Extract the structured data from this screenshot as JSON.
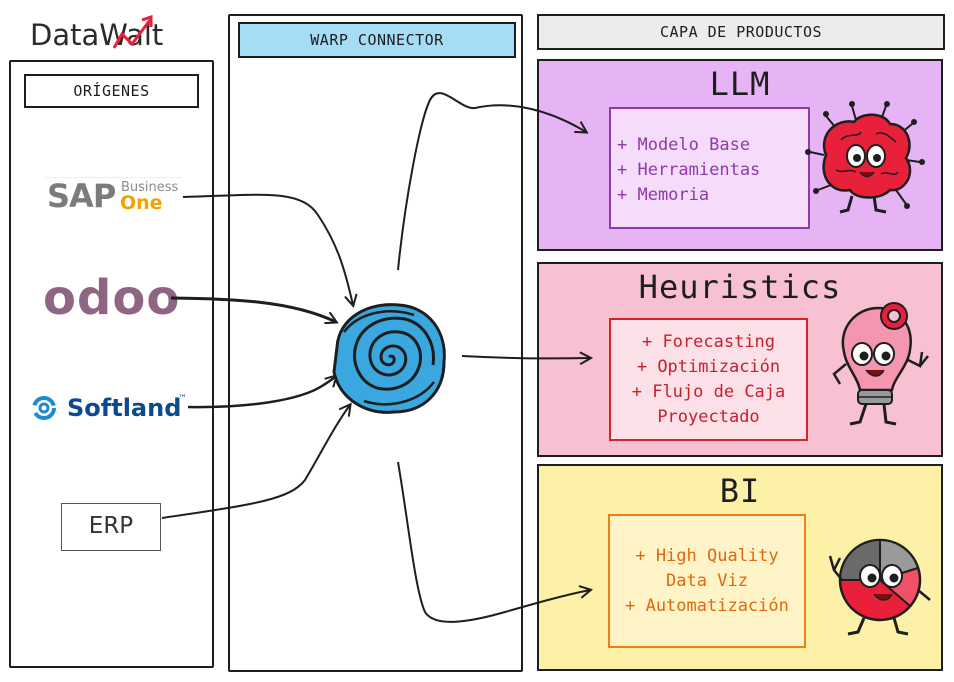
{
  "brand": {
    "name_a": "Data",
    "name_b": "Walt"
  },
  "origins": {
    "title": "ORÍGENES",
    "sources": [
      {
        "name": "SAP",
        "sub_top": "Business",
        "sub_bottom": "One"
      },
      {
        "name": "odoo"
      },
      {
        "name": "Softland",
        "mark": "™"
      },
      {
        "name": "ERP"
      }
    ]
  },
  "connector": {
    "title": "WARP CONNECTOR"
  },
  "products": {
    "title": "CAPA DE PRODUCTOS",
    "llm": {
      "title": "LLM",
      "items": [
        "+ Modelo Base",
        "+ Herramientas",
        "+ Memoria"
      ],
      "accent": "#e6b3f5"
    },
    "heuristics": {
      "title": "Heuristics",
      "items": [
        "+ Forecasting",
        "+ Optimización",
        "+ Flujo de Caja",
        "Proyectado"
      ],
      "accent": "#f8c1d2"
    },
    "bi": {
      "title": "BI",
      "items": [
        "+ High Quality",
        "Data Viz",
        "+ Automatización"
      ],
      "accent": "#fdf1a8"
    }
  },
  "colors": {
    "header_blue": "#a7dcf7",
    "header_grey": "#ececec",
    "spiral": "#3aa8de"
  }
}
